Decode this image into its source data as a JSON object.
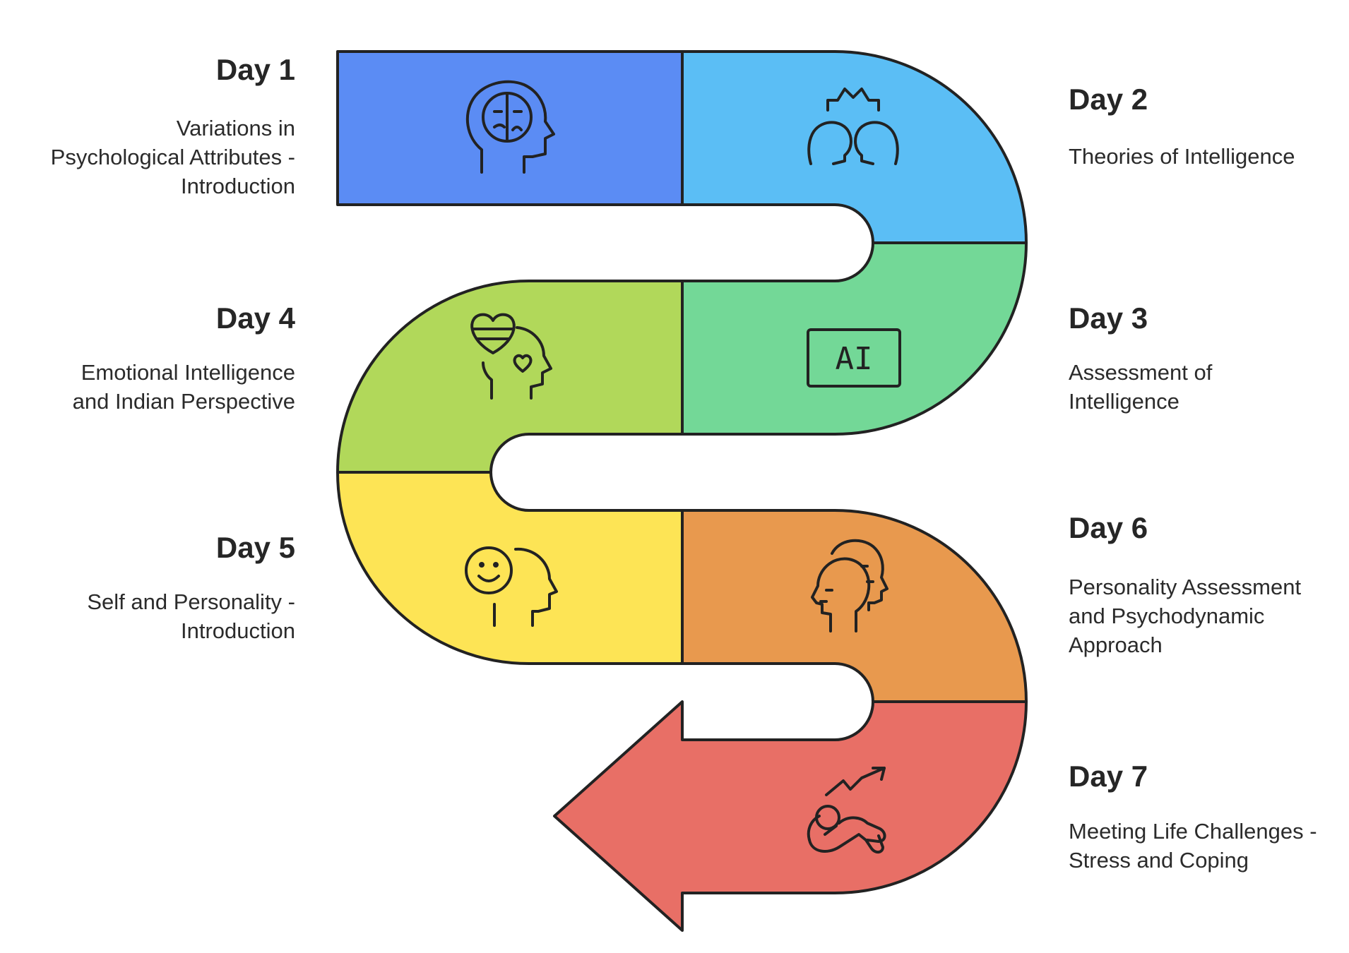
{
  "steps": [
    {
      "day": "Day 1",
      "lines": [
        "Variations in",
        "Psychological Attributes -",
        "Introduction"
      ],
      "color": "#5b8cf4",
      "icon": "head-theater-mask-icon"
    },
    {
      "day": "Day 2",
      "lines": [
        "Theories of Intelligence"
      ],
      "color": "#5bbef5",
      "icon": "two-heads-idea-icon"
    },
    {
      "day": "Day 3",
      "lines": [
        "Assessment of",
        "Intelligence"
      ],
      "color": "#73d897",
      "icon": "ai-chip-icon"
    },
    {
      "day": "Day 4",
      "lines": [
        "Emotional Intelligence",
        "and Indian Perspective"
      ],
      "color": "#b1d85a",
      "icon": "heart-head-icon"
    },
    {
      "day": "Day 5",
      "lines": [
        "Self and Personality -",
        "Introduction"
      ],
      "color": "#fde455",
      "icon": "smiley-head-icon"
    },
    {
      "day": "Day 6",
      "lines": [
        "Personality Assessment",
        "and Psychodynamic",
        "Approach"
      ],
      "color": "#e8994e",
      "icon": "overlapping-heads-icon"
    },
    {
      "day": "Day 7",
      "lines": [
        "Meeting Life Challenges -",
        "Stress and Coping"
      ],
      "color": "#e86f66",
      "icon": "reclining-person-trend-icon"
    }
  ],
  "ai_label": "AI"
}
